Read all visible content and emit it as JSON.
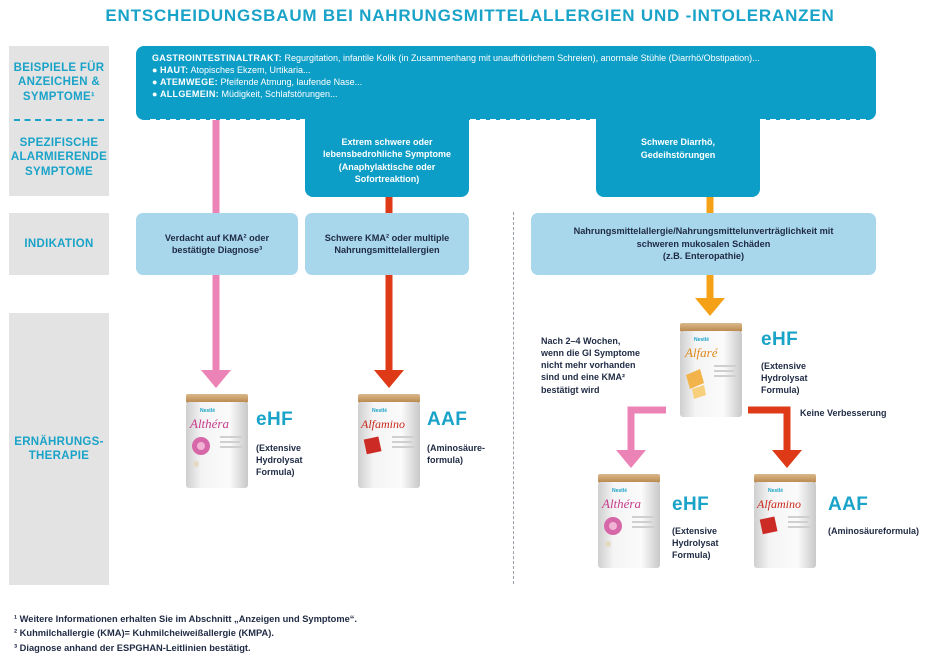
{
  "title": "ENTSCHEIDUNGSBAUM BEI NAHRUNGSMITTELALLERGIEN UND -INTOLERANZEN",
  "row_labels": {
    "beispiele": [
      "BEISPIELE FÜR",
      "ANZEICHEN &",
      "SYMPTOME¹"
    ],
    "spezifische": [
      "SPEZIFISCHE",
      "ALARMIERENDE",
      "SYMPTOME"
    ],
    "indikation": [
      "INDIKATION"
    ],
    "therapie": [
      "ERNÄHRUNGS-",
      "THERAPIE"
    ]
  },
  "symptoms": {
    "gi_label": "GASTROINTESTINALTRAKT:",
    "gi_text": "Regurgitation, infantile Kolik (in Zusammenhang mit unaufhörlichem Schreien), anormale Stühle (Diarrhö/Obstipation)...",
    "haut_label": "HAUT:",
    "haut_text": "Atopisches Ekzem, Urtikaria...",
    "atemwege_label": "ATEMWEGE:",
    "atemwege_text": "Pfeifende Atmung, laufende Nase...",
    "allgemein_label": "ALLGEMEIN:",
    "allgemein_text": "Müdigkeit, Schlafstörungen..."
  },
  "alarm": {
    "severe": [
      "Extrem schwere oder",
      "lebensbedrohliche Symptome",
      "(Anaphylaktische oder",
      "Sofortreaktion)"
    ],
    "diarrhea": [
      "Schwere Diarrhö,",
      "Gedeihstörungen"
    ]
  },
  "indication": {
    "kma": [
      "Verdacht auf KMA² oder",
      "bestätigte Diagnose³"
    ],
    "severe_kma": [
      "Schwere KMA² oder multiple",
      "Nahrungsmittelallergien"
    ],
    "mucosal": [
      "Nahrungsmittelallergie/Nahrungsmittelunverträglichkeit mit",
      "schweren mukosalen Schäden",
      "(z.B. Enteropathie)"
    ]
  },
  "products": {
    "althera": {
      "brand": "Althéra",
      "maker": "Nestlé",
      "type": "eHF",
      "desc": [
        "(Extensive",
        "Hydrolysat",
        "Formula)"
      ]
    },
    "alfamino": {
      "brand": "Alfamino",
      "maker": "Nestlé",
      "type": "AAF",
      "desc": [
        "(Aminosäure-",
        "formula)"
      ]
    },
    "alfare": {
      "brand": "Alfaré",
      "maker": "Nestlé",
      "type": "eHF",
      "desc": [
        "(Extensive",
        "Hydrolysat",
        "Formula)"
      ]
    },
    "althera2": {
      "brand": "Althéra",
      "maker": "Nestlé",
      "type": "eHF",
      "desc": [
        "(Extensive",
        "Hydrolysat",
        "Formula)"
      ]
    },
    "alfamino2": {
      "brand": "Alfamino",
      "maker": "Nestlé",
      "type": "AAF",
      "desc": [
        "(Aminosäureformula)"
      ]
    }
  },
  "notes": {
    "after_weeks": [
      "Nach 2–4 Wochen,",
      "wenn die GI Symptome",
      "nicht mehr vorhanden",
      "sind und eine KMA²",
      "bestätigt wird"
    ],
    "no_improvement": "Keine Verbesserung"
  },
  "footnotes": [
    "¹ Weitere Informationen erhalten Sie im Abschnitt „Anzeigen und Symptome“.",
    "² Kuhmilchallergie (KMA)= Kuhmilcheiweißallergie (KMPA).",
    "³ Diagnose anhand der ESPGHAN-Leitlinien bestätigt."
  ],
  "colors": {
    "accent": "#1aa3c8",
    "dark_box": "#0c9ec7",
    "light_box": "#a8d7ec",
    "label_bg": "#e3e3e3",
    "pink_arrow": "#ec83b6",
    "red_arrow": "#de3a18",
    "orange_arrow": "#f5a117"
  }
}
